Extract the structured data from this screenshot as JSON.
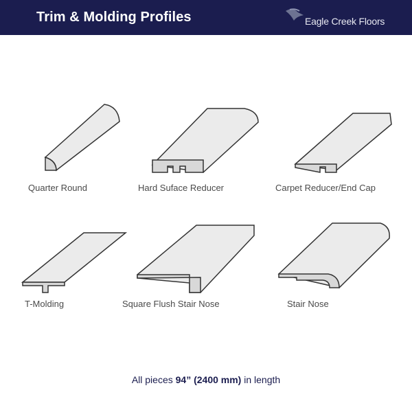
{
  "header": {
    "title": "Trim & Molding Profiles",
    "brand": "Eagle Creek Floors",
    "background": "#1b1d4f"
  },
  "profiles": [
    {
      "label": "Quarter Round",
      "icon": "quarter-round-profile-icon"
    },
    {
      "label": "Hard Suface Reducer",
      "icon": "hard-surface-reducer-profile-icon"
    },
    {
      "label": "Carpet Reducer/End Cap",
      "icon": "carpet-reducer-end-cap-profile-icon"
    },
    {
      "label": "T-Molding",
      "icon": "t-molding-profile-icon"
    },
    {
      "label": "Square Flush Stair Nose",
      "icon": "square-flush-stair-nose-profile-icon"
    },
    {
      "label": "Stair Nose",
      "icon": "stair-nose-profile-icon"
    }
  ],
  "footer": {
    "prefix": "All pieces ",
    "length": "94” (2400 mm)",
    "suffix": " in length"
  },
  "colors": {
    "profile_fill": "#ebebeb",
    "profile_stroke": "#333333",
    "end_fill": "#d8d8d8"
  }
}
